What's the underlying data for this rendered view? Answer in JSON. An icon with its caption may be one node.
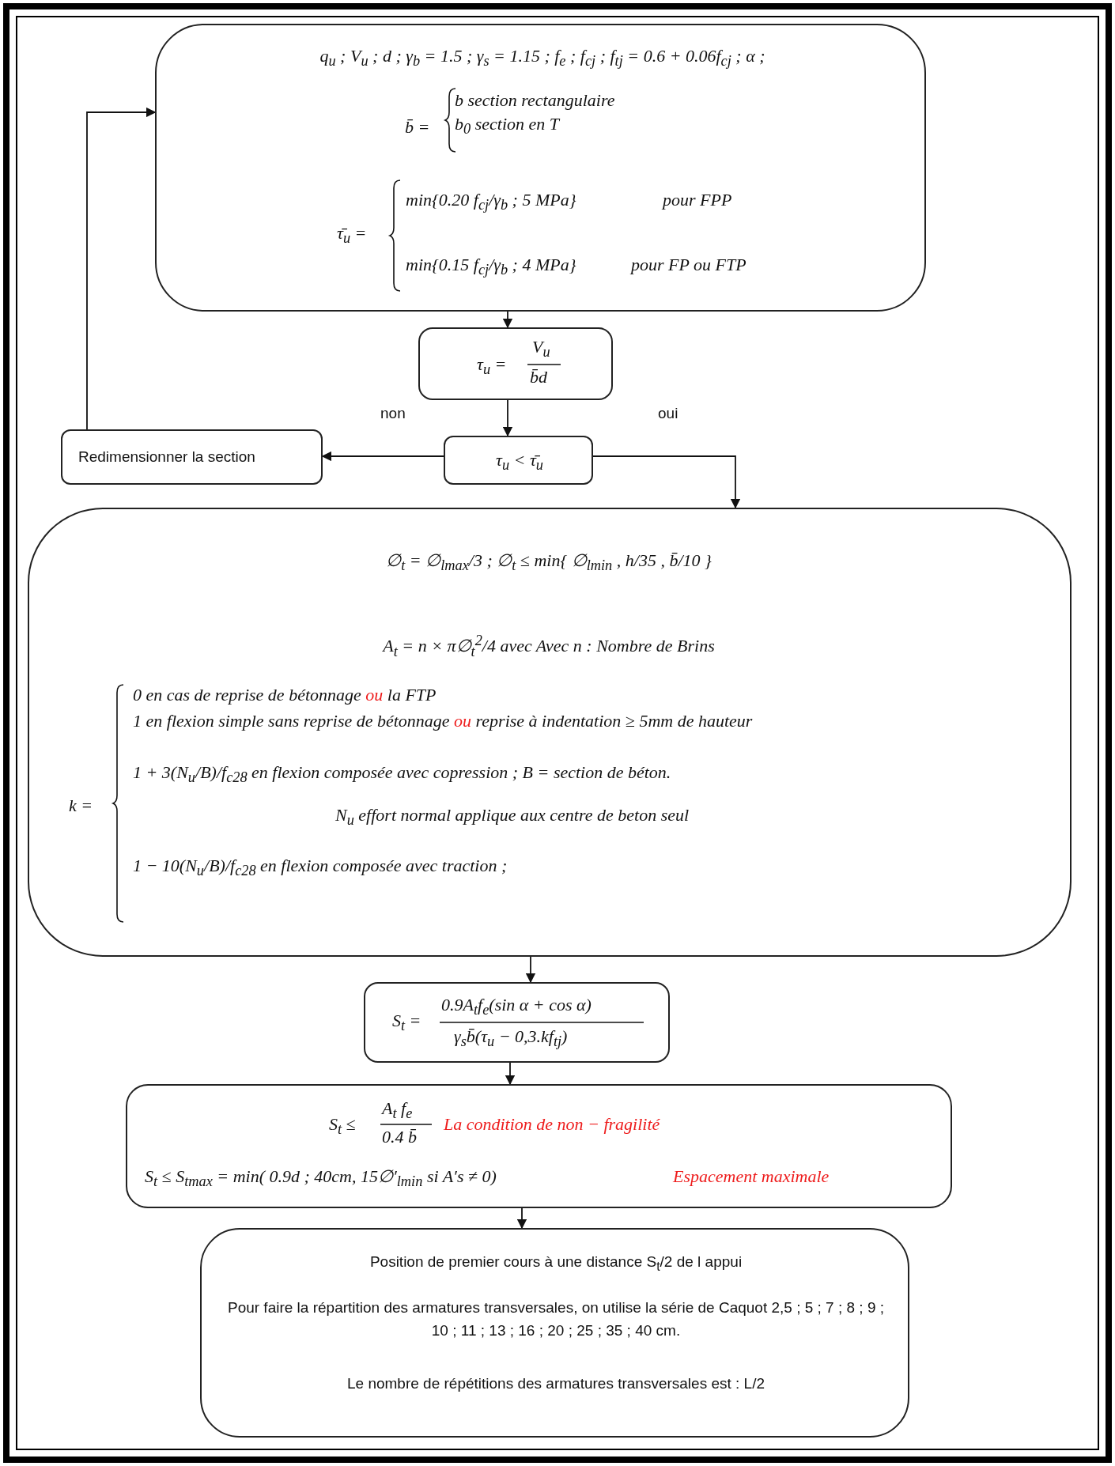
{
  "diagram": {
    "nodes": [
      {
        "text": [
          "q$_{u}$  ;  V$_{u}$  ;  d  ;  γ$_{b}$ = 1.5 ; γ$_{s}$ = 1.15  ; f$_{e}$  ;  f$_{cj}$  ;  f$_{tj}$ = 0.6 + 0.06f$_{cj}$ ; α ;",
          "b̄ =",
          "b   section rectangulaire",
          "b$_{0}$   section en T",
          "τ̄$_{u}$ =",
          "min{0.20 f$_{cj}$/γ$_{b}$ ; 5 MPa}",
          "pour FPP",
          "min{0.15 f$_{cj}$/γ$_{b}$ ; 4 MPa}",
          "pour FP ou FTP"
        ]
      },
      {
        "text": [
          "τ$_{u}$ =",
          "V$_{u}$",
          "b̄d"
        ]
      },
      {
        "text": [
          "τ$_{u}$ < τ̄$_{u}$"
        ]
      },
      {
        "text": [
          "Redimensionner la section"
        ]
      },
      {
        "text": [
          "∅$_{t}$ = ∅$_{lmax}$/3   ;  ∅$_{t}$ ≤ min{  ∅$_{lmin}$  ,  h/35 ,  b̄/10 }",
          "A$_{t}$ = n × π∅$_{t}$$^{2}$/4 avec Avec n : Nombre de Brins",
          "k =",
          "0    en cas de reprise de bétonnage **ou** la FTP",
          "1   en flexion simple sans reprise de bétonnage **ou** reprise à indentation ≥ 5mm de hauteur",
          "1 + 3(N$_{u}$/B)/f$_{c28}$   en flexion composée avec copression  ; B = section de béton.",
          "N$_{u}$ effort  normal applique aux centre de beton seul",
          "1 − 10(N$_{u}$/B)/f$_{c28}$    en flexion composée avec traction ;"
        ]
      },
      {
        "text": [
          "S$_{t}$ =",
          "0.9A$_{t}$f$_{e}$(sin α + cos α)",
          "γ$_{s}$b̄(τ$_{u}$ − 0,3.kf$_{tj}$)"
        ]
      },
      {
        "text": [
          "S$_{t}$ ≤",
          "A$_{t}$ f$_{e}$",
          "0.4 b̄",
          "La condition de non − fragilité",
          "S$_{t}$ ≤ S$_{tmax}$ = min(  0.9d ;  40cm,   15∅′$_{lmin}$ si A′s ≠ 0)",
          "Espacement maximale"
        ]
      },
      {
        "text": [
          "Position de premier cours à une distance  S$_{t}$/2  de l appui",
          "Pour faire la répartition des armatures transversales, on utilise la série  de Caquot 2,5 ; 5 ; 7 ; 8 ; 9 ; 10 ; 11 ; 13 ; 16 ; 20 ; 25 ; 35 ; 40 cm.",
          "Le nombre de répétitions des armatures transversales est : L/2"
        ]
      }
    ],
    "edges": [
      {
        "from": 0,
        "to": 1,
        "arrow": "to"
      },
      {
        "from": 1,
        "to": 2,
        "arrow": "to"
      },
      {
        "from": 2,
        "to": 3,
        "arrow": "to",
        "label": "non"
      },
      {
        "from": 2,
        "to": 4,
        "arrow": "to",
        "label": "oui"
      },
      {
        "from": 3,
        "to": 0,
        "arrow": "to"
      },
      {
        "from": 4,
        "to": 5,
        "arrow": "to"
      },
      {
        "from": 5,
        "to": 6,
        "arrow": "to"
      },
      {
        "from": 6,
        "to": 7,
        "arrow": "to"
      }
    ]
  }
}
